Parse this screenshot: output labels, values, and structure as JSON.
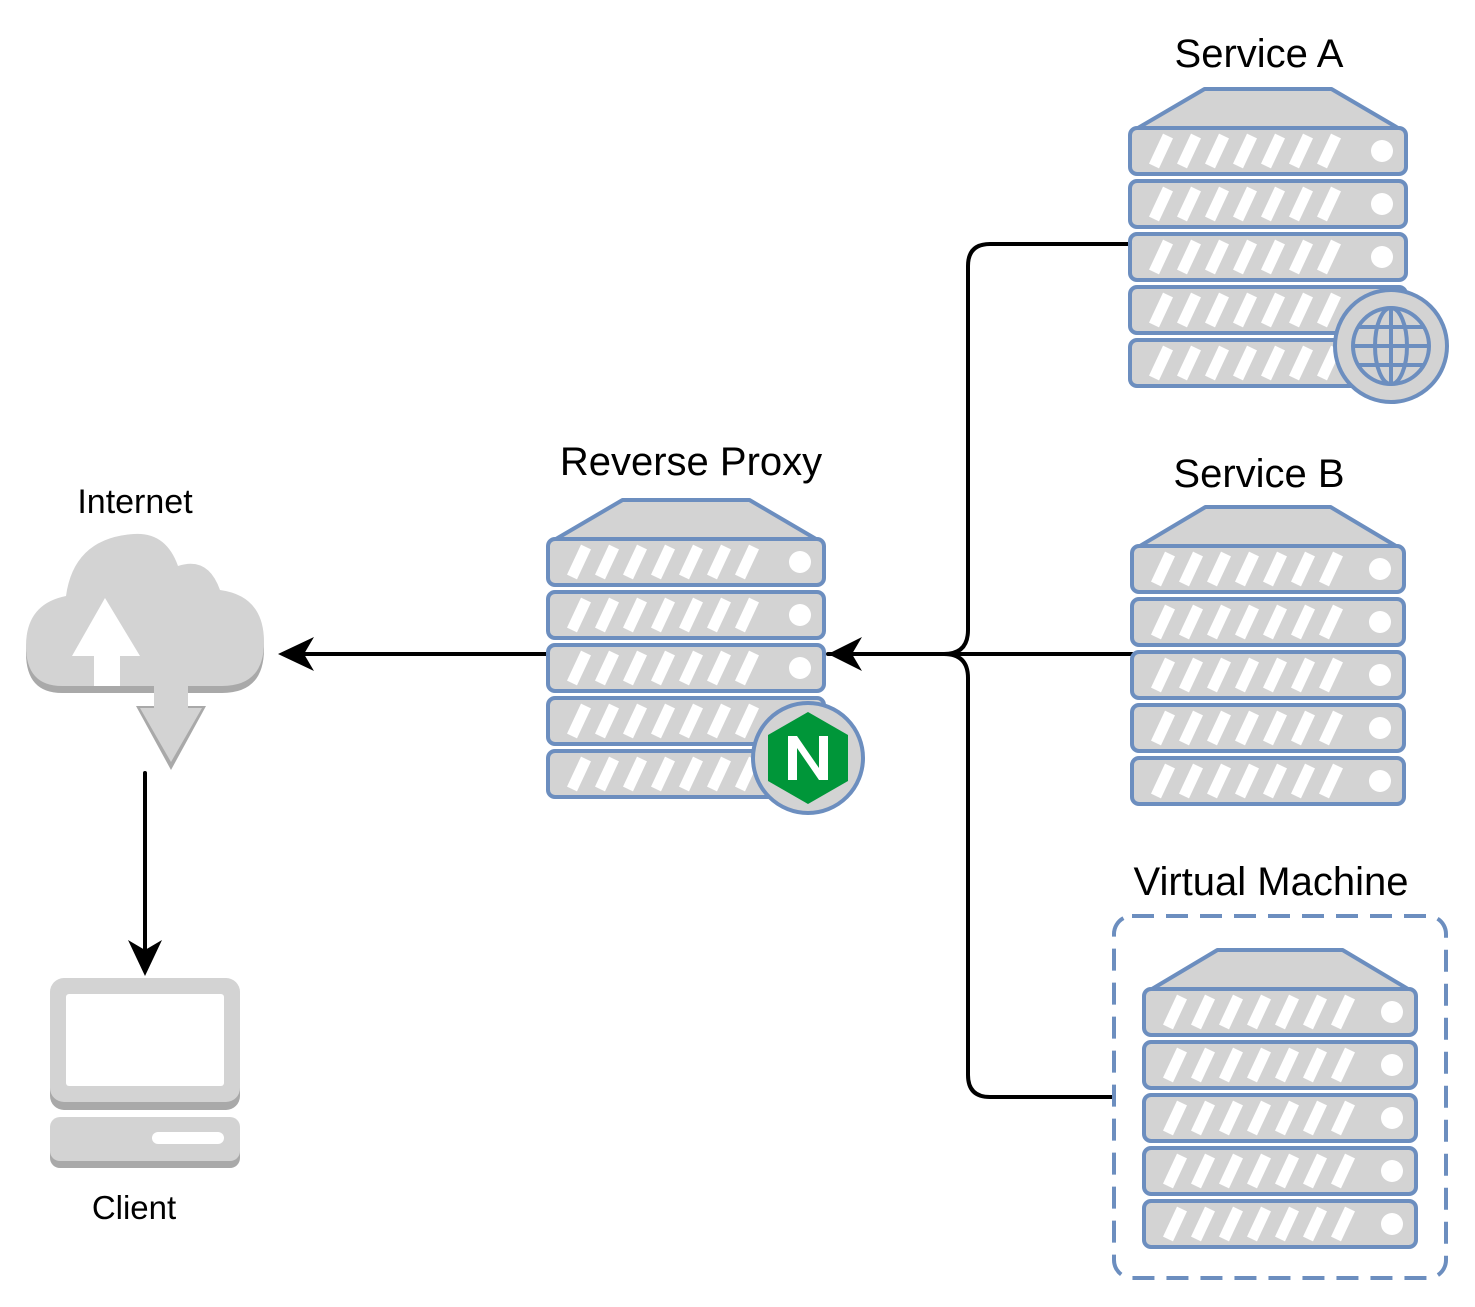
{
  "diagram": {
    "nodes": {
      "internet": {
        "label": "Internet",
        "icon": "cloud-upload-download-icon",
        "color": "#d3d3d3"
      },
      "client": {
        "label": "Client",
        "icon": "desktop-computer-icon",
        "color": "#d3d3d3"
      },
      "reverse_proxy": {
        "label": "Reverse Proxy",
        "icon": "server-rack-icon",
        "badge": "nginx-logo-icon",
        "badge_letter": "N",
        "badge_color": "#009639"
      },
      "service_a": {
        "label": "Service A",
        "icon": "server-rack-icon",
        "badge": "globe-icon"
      },
      "service_b": {
        "label": "Service B",
        "icon": "server-rack-icon"
      },
      "virtual_machine": {
        "label": "Virtual Machine",
        "icon": "server-rack-icon",
        "container": "dashed-group-box"
      }
    },
    "edges": [
      {
        "from": "service_a",
        "to": "reverse_proxy"
      },
      {
        "from": "service_b",
        "to": "reverse_proxy"
      },
      {
        "from": "virtual_machine",
        "to": "reverse_proxy"
      },
      {
        "from": "reverse_proxy",
        "to": "internet"
      },
      {
        "from": "internet",
        "to": "client"
      }
    ],
    "colors": {
      "server_stroke": "#6c8ebf",
      "server_fill": "#d3d3d3",
      "edge": "#000000",
      "nginx_green": "#009639"
    }
  }
}
